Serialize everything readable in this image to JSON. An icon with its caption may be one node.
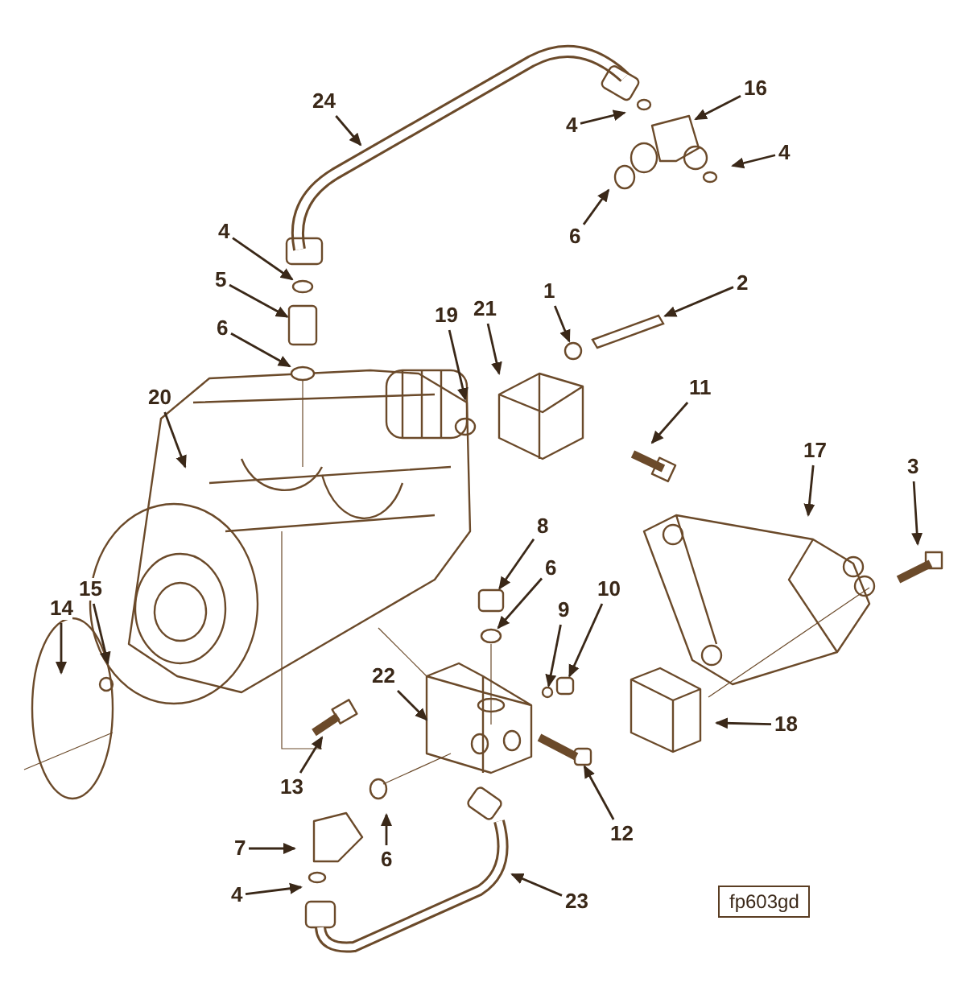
{
  "diagram": {
    "nodes": [
      {
        "text": [
          "24"
        ]
      },
      {
        "text": [
          "16"
        ]
      },
      {
        "text": [
          "4"
        ]
      },
      {
        "text": [
          "4"
        ]
      },
      {
        "text": [
          "6"
        ]
      },
      {
        "text": [
          "4"
        ]
      },
      {
        "text": [
          "5"
        ]
      },
      {
        "text": [
          "6"
        ]
      },
      {
        "text": [
          "19"
        ]
      },
      {
        "text": [
          "21"
        ]
      },
      {
        "text": [
          "1"
        ]
      },
      {
        "text": [
          "2"
        ]
      },
      {
        "text": [
          "11"
        ]
      },
      {
        "text": [
          "20"
        ]
      },
      {
        "text": [
          "17"
        ]
      },
      {
        "text": [
          "3"
        ]
      },
      {
        "text": [
          "8"
        ]
      },
      {
        "text": [
          "6"
        ]
      },
      {
        "text": [
          "9"
        ]
      },
      {
        "text": [
          "10"
        ]
      },
      {
        "text": [
          "14"
        ]
      },
      {
        "text": [
          "15"
        ]
      },
      {
        "text": [
          "22"
        ]
      },
      {
        "text": [
          "18"
        ]
      },
      {
        "text": [
          "13"
        ]
      },
      {
        "text": [
          "12"
        ]
      },
      {
        "text": [
          "7"
        ]
      },
      {
        "text": [
          "6"
        ]
      },
      {
        "text": [
          "4"
        ]
      },
      {
        "text": [
          "23"
        ]
      },
      {
        "text": [],
        "shape": "circle"
      },
      {
        "text": [],
        "shape": "cylinder"
      },
      {
        "text": [],
        "shape": "bar"
      },
      {
        "text": [],
        "shape": "cylinder"
      },
      {
        "text": [],
        "shape": "circle"
      },
      {
        "text": [],
        "shape": "cylinder"
      },
      {
        "text": [],
        "shape": "circle"
      },
      {
        "text": [],
        "shape": "circle"
      },
      {
        "text": [],
        "shape": "circle"
      }
    ],
    "edges": [
      {
        "from": 0,
        "to": null,
        "arrow": "to"
      },
      {
        "from": 1,
        "to": null,
        "arrow": "to"
      },
      {
        "from": 2,
        "to": null,
        "arrow": "to"
      },
      {
        "from": 3,
        "to": null,
        "arrow": "to"
      },
      {
        "from": 4,
        "to": null,
        "arrow": "to"
      },
      {
        "from": 5,
        "to": 30,
        "arrow": "to"
      },
      {
        "from": 6,
        "to": 31,
        "arrow": "to"
      },
      {
        "from": 7,
        "to": 36,
        "arrow": "to"
      },
      {
        "from": 8,
        "to": null,
        "arrow": "to"
      },
      {
        "from": 9,
        "to": null,
        "arrow": "to"
      },
      {
        "from": 10,
        "to": 37,
        "arrow": "to"
      },
      {
        "from": 11,
        "to": 32,
        "arrow": "to"
      },
      {
        "from": 12,
        "to": null,
        "arrow": "to"
      },
      {
        "from": 13,
        "to": null,
        "arrow": "to"
      },
      {
        "from": 14,
        "to": null,
        "arrow": "to"
      },
      {
        "from": 15,
        "to": null,
        "arrow": "to"
      },
      {
        "from": 16,
        "to": 33,
        "arrow": "to"
      },
      {
        "from": 17,
        "to": 34,
        "arrow": "to"
      },
      {
        "from": 18,
        "to": 38,
        "arrow": "to"
      },
      {
        "from": 19,
        "to": 35,
        "arrow": "to"
      },
      {
        "from": 20,
        "to": null,
        "arrow": "to"
      },
      {
        "from": 21,
        "to": null,
        "arrow": "to"
      },
      {
        "from": 22,
        "to": null,
        "arrow": "to"
      },
      {
        "from": 23,
        "to": null,
        "arrow": "to"
      },
      {
        "from": 24,
        "to": null,
        "arrow": "to"
      },
      {
        "from": 25,
        "to": null,
        "arrow": "to"
      },
      {
        "from": 26,
        "to": null,
        "arrow": "to"
      },
      {
        "from": 27,
        "to": null,
        "arrow": "to"
      },
      {
        "from": 28,
        "to": null,
        "arrow": "to"
      },
      {
        "from": 29,
        "to": null,
        "arrow": "to"
      }
    ],
    "labels": [
      "fp603gd"
    ]
  }
}
